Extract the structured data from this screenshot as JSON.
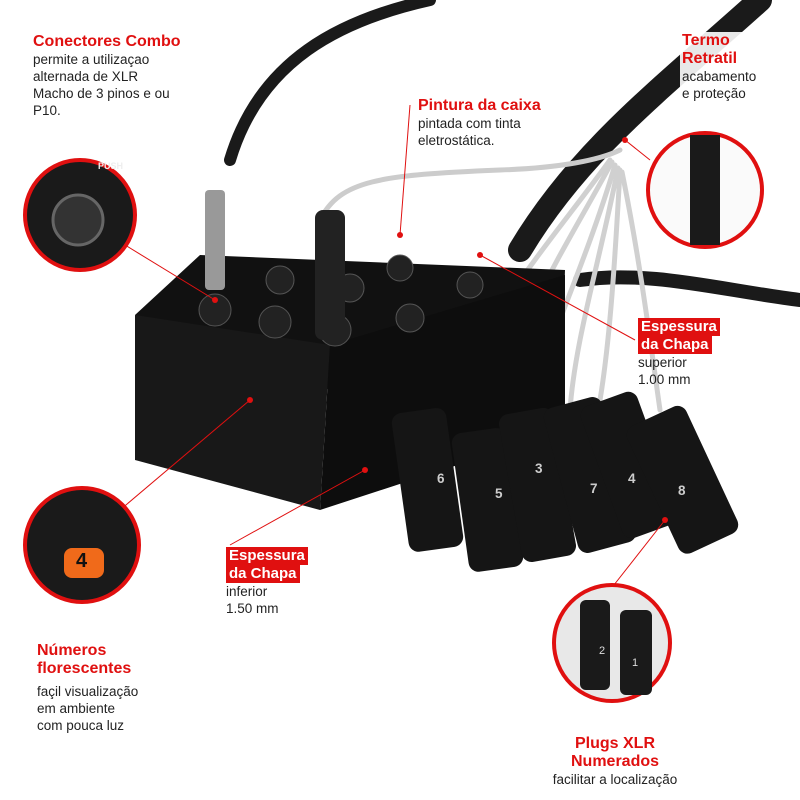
{
  "callouts": {
    "combo": {
      "title": "Conectores Combo",
      "lines": [
        "permite a utilizaçao",
        "alternada de XLR",
        "Macho de 3 pinos e ou",
        "P10."
      ]
    },
    "termo": {
      "title": [
        "Termo",
        "Retratil"
      ],
      "lines": [
        "acabamento",
        "e proteção"
      ]
    },
    "pintura": {
      "title": "Pintura da caixa",
      "lines": [
        "pintada com tinta",
        "eletrostática."
      ]
    },
    "chapa_sup": {
      "title": [
        "Espessura",
        "da Chapa"
      ],
      "lines": [
        "superior",
        "1.00 mm"
      ]
    },
    "chapa_inf": {
      "title": [
        "Espessura",
        "da Chapa"
      ],
      "lines": [
        "inferior",
        "1.50 mm"
      ]
    },
    "numeros": {
      "title": [
        "Números",
        "florescentes"
      ],
      "lines": [
        "façil visualização",
        "em ambiente",
        "com pouca luz"
      ]
    },
    "plugs": {
      "title": [
        "Plugs XLR",
        "Numerados"
      ],
      "lines": [
        "facilitar a localização"
      ]
    }
  },
  "product": {
    "push_label": "PUSH",
    "zoom_number": "4",
    "plug_numbers": [
      "6",
      "5",
      "3",
      "7",
      "4",
      "8"
    ],
    "zoom_plug_numbers": [
      "2",
      "1"
    ]
  },
  "colors": {
    "accent": "#e01010",
    "orange": "#f06a1a"
  }
}
